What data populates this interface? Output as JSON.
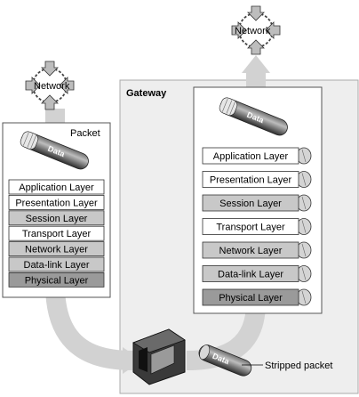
{
  "network_left": "Network",
  "network_right": "Network",
  "host": {
    "title": "Packet",
    "packet": "Data",
    "layers": [
      {
        "label": "Application Layer",
        "fill": "#ffffff"
      },
      {
        "label": "Presentation Layer",
        "fill": "#ffffff"
      },
      {
        "label": "Session Layer",
        "fill": "#c8c8c8"
      },
      {
        "label": "Transport Layer",
        "fill": "#ffffff"
      },
      {
        "label": "Network Layer",
        "fill": "#c8c8c8"
      },
      {
        "label": "Data-link Layer",
        "fill": "#c8c8c8"
      },
      {
        "label": "Physical Layer",
        "fill": "#9a9a9a"
      }
    ]
  },
  "gateway": {
    "title": "Gateway",
    "packet": "Data",
    "layers": [
      {
        "label": "Application Layer",
        "fill": "#ffffff"
      },
      {
        "label": "Presentation Layer",
        "fill": "#ffffff"
      },
      {
        "label": "Session Layer",
        "fill": "#c8c8c8"
      },
      {
        "label": "Transport Layer",
        "fill": "#ffffff"
      },
      {
        "label": "Network Layer",
        "fill": "#c8c8c8"
      },
      {
        "label": "Data-link Layer",
        "fill": "#c8c8c8"
      },
      {
        "label": "Physical Layer",
        "fill": "#9a9a9a"
      }
    ]
  },
  "stripped": {
    "packet": "Data",
    "label": "Stripped packet"
  }
}
